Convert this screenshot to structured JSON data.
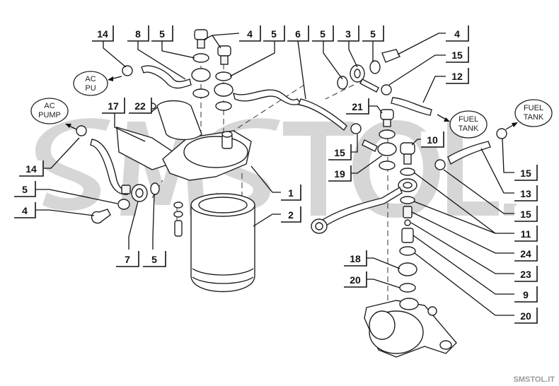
{
  "title": "Fuel filter assembly exploded parts diagram",
  "watermark": "SMSTOL.IT",
  "destination_tags": {
    "ac_pump_upper": [
      "AC",
      "PU"
    ],
    "ac_pump_left": [
      "AC",
      "PUMP"
    ],
    "fuel_tank_center": [
      "FUEL",
      "TANK"
    ],
    "fuel_tank_right": [
      "FUEL",
      "TANK"
    ]
  },
  "callouts": {
    "top_14": "14",
    "top_8": "8",
    "top_5a": "5",
    "top_4": "4",
    "top_5b": "5",
    "top_6": "6",
    "top_5c": "5",
    "top_3": "3",
    "top_5d": "5",
    "right_4": "4",
    "right_15a": "15",
    "right_12": "12",
    "mid_17": "17",
    "mid_22": "22",
    "mid_21": "21",
    "mid_15": "15",
    "mid_19": "19",
    "mid_10": "10",
    "left_14": "14",
    "left_5": "5",
    "left_4": "4",
    "bot_7": "7",
    "bot_5": "5",
    "c_1": "1",
    "c_2": "2",
    "r_15b": "15",
    "r_13": "13",
    "r_15c": "15",
    "r_11": "11",
    "r_24": "24",
    "r_23": "23",
    "r_9": "9",
    "r_20": "20",
    "l_18": "18",
    "l_20": "20"
  }
}
